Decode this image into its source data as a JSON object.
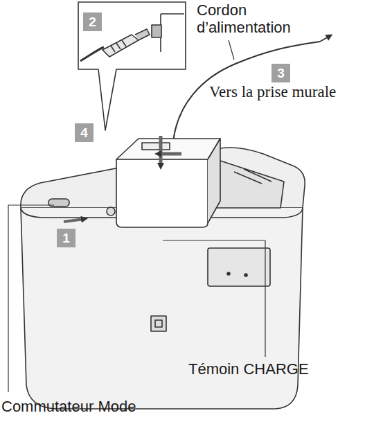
{
  "diagram": {
    "nodes": [
      {
        "text": [
          "2"
        ]
      },
      {
        "text": [
          "3"
        ]
      },
      {
        "text": [
          "4"
        ]
      },
      {
        "text": [
          "1"
        ]
      }
    ],
    "labels": [
      "Cordon d’alimentation",
      "Vers la prise murale",
      "Témoin CHARGE",
      "Commutateur Mode"
    ]
  }
}
